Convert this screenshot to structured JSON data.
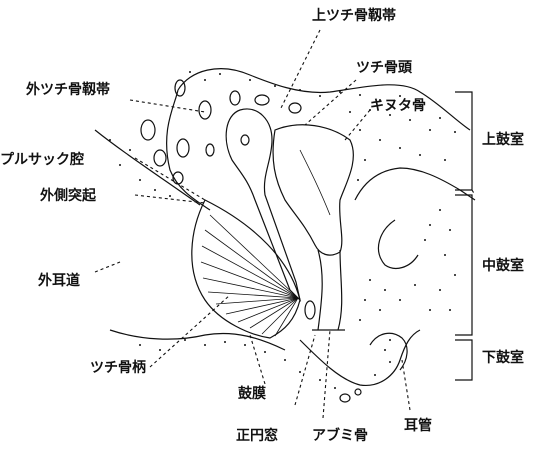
{
  "labels": {
    "superior_malleolar_ligament": "上ツチ骨靱帯",
    "malleus_head": "ツチ骨頭",
    "incus": "キヌタ骨",
    "lateral_malleolar_ligament": "外ツチ骨靱帯",
    "prussak_space": "プルサック腔",
    "lateral_process": "外側突起",
    "external_auditory_canal": "外耳道",
    "malleus_handle": "ツチ骨柄",
    "tympanic_membrane": "鼓膜",
    "round_window": "正円窓",
    "stapes": "アブミ骨",
    "eustachian_tube": "耳管",
    "epitympanum": "上鼓室",
    "mesotympanum": "中鼓室",
    "hypotympanum": "下鼓室"
  }
}
